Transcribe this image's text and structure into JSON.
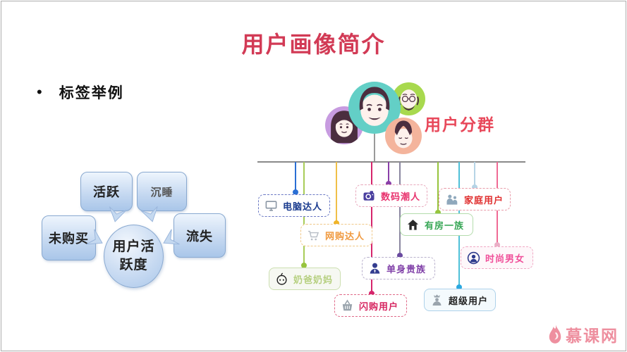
{
  "slide": {
    "title": "用户画像简介",
    "title_color": "#d23a55",
    "bullet_glyph": "•",
    "bullet_label": "标签举例"
  },
  "activity_diagram": {
    "boxes": [
      {
        "label": "活跃"
      },
      {
        "label": "沉睡"
      },
      {
        "label": "未购买"
      },
      {
        "label": "流失"
      }
    ],
    "center_line1": "用户活",
    "center_line2": "跃度",
    "box_color": "#aac6e9"
  },
  "segment_diagram": {
    "heading": "用户分群",
    "heading_color": "#e8485a",
    "avatars": [
      {
        "name": "woman-avatar",
        "bg": "#c79be0"
      },
      {
        "name": "man-avatar",
        "bg": "#63cfc6"
      },
      {
        "name": "old-man-glasses-avatar",
        "bg": "#a8d94e"
      },
      {
        "name": "young-man-avatar",
        "bg": "#f4b49c"
      }
    ],
    "groups": [
      {
        "label": "电脑达人",
        "icon": "monitor-icon",
        "accent": "#2a6fd4",
        "text_color": "#1b3c8f"
      },
      {
        "label": "数码潮人",
        "icon": "camera-icon",
        "accent": "#8a3fa8",
        "text_color": "#e8336e"
      },
      {
        "label": "家庭用户",
        "icon": "family-icon",
        "accent": "#b6d4e6",
        "text_color": "#e03030"
      },
      {
        "label": "网购达人",
        "icon": "cart-icon",
        "accent": "#f0b428",
        "text_color": "#f09a40"
      },
      {
        "label": "有房一族",
        "icon": "house-icon",
        "accent": "#97c43d",
        "text_color": "#3aa858"
      },
      {
        "label": "时尚男女",
        "icon": "fashion-person-icon",
        "accent": "#f06a94",
        "text_color": "#f0509a"
      },
      {
        "label": "奶爸奶妈",
        "icon": "baby-icon",
        "accent": "#97c43d",
        "text_color": "#b5cf7e"
      },
      {
        "label": "单身贵族",
        "icon": "person-icon",
        "accent": "#6a4aa0",
        "text_color": "#8040a8"
      },
      {
        "label": "闪购用户",
        "icon": "basket-icon",
        "accent": "#d6256c",
        "text_color": "#d62560"
      },
      {
        "label": "超级用户",
        "icon": "crown-person-icon",
        "accent": "#2aa8e0",
        "text_color": "#222222"
      }
    ]
  },
  "watermark": {
    "text": "慕课网",
    "color": "#ee8f9f"
  }
}
